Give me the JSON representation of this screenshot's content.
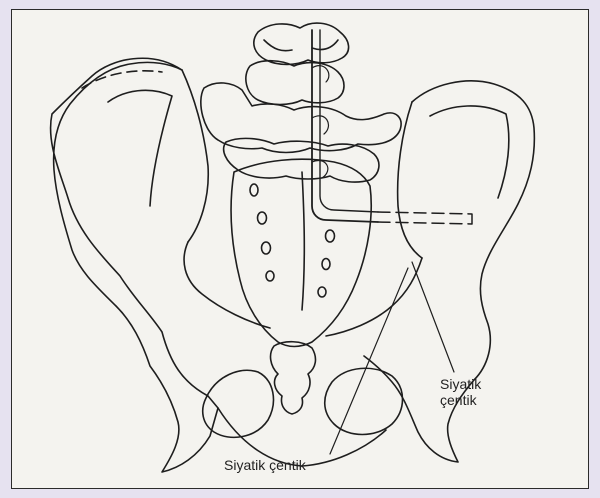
{
  "labels": {
    "right": {
      "line1": "Siyatik",
      "line2": "çentik"
    },
    "bottom": "Siyatik çentik"
  },
  "colors": {
    "background": "#e6e2f0",
    "paper": "#f4f3ef",
    "ink": "#222222"
  }
}
